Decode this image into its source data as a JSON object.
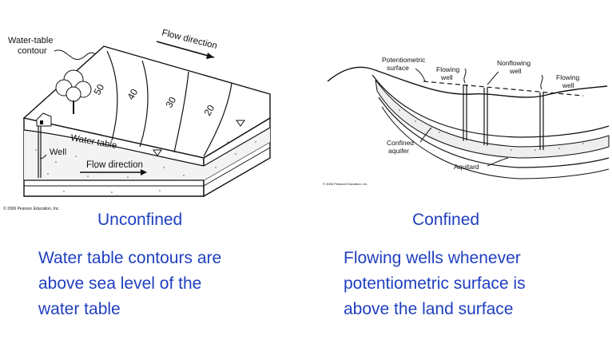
{
  "unconfined": {
    "heading": "Unconfined",
    "description_lines": [
      "Water table contours are",
      "above sea level of the",
      "water table"
    ],
    "diagram": {
      "label_contour_1": "Water-table",
      "label_contour_2": "contour",
      "flow_direction_top": "Flow direction",
      "contours": [
        "50",
        "40",
        "30",
        "20"
      ],
      "water_table": "Water table",
      "well": "Well",
      "flow_direction_bottom": "Flow direction",
      "copyright": "© 2006 Pearson Education, Inc."
    }
  },
  "confined": {
    "heading": "Confined",
    "description_lines": [
      "Flowing wells whenever",
      "potentiometric surface is",
      "above the land surface"
    ],
    "diagram": {
      "potentiometric_1": "Potentiometric",
      "potentiometric_2": "surface",
      "flowing_well_1": "Flowing",
      "flowing_well_2": "well",
      "nonflowing_1": "Nonflowing",
      "nonflowing_2": "well",
      "flowing_well_right_1": "Flowing",
      "flowing_well_right_2": "well",
      "confined_aquifer_1": "Confined",
      "confined_aquifer_2": "aquifer",
      "aquitard": "Aquitard",
      "copyright": "© 2006 Pearson Education, Inc."
    }
  },
  "colors": {
    "text_accent": "#1f3fbf",
    "line": "#111111"
  }
}
